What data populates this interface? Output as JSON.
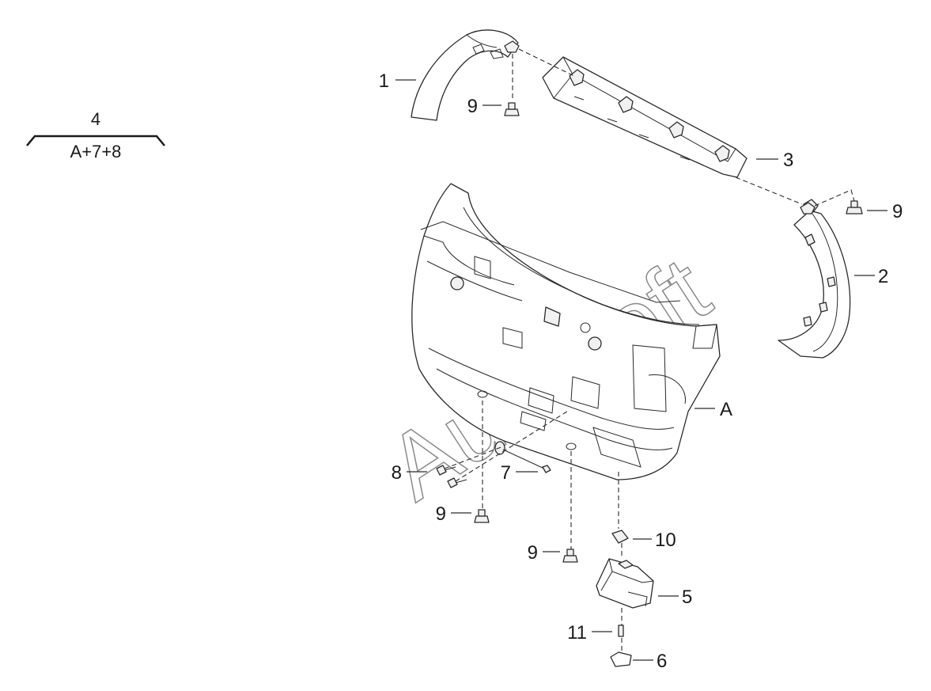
{
  "watermark": "AutoSoft",
  "kit_label": {
    "top": "4",
    "bottom": "A+7+8"
  },
  "callouts": {
    "c1": "1",
    "c2": "2",
    "c3": "3",
    "c5": "5",
    "c6": "6",
    "c7": "7",
    "c8": "8",
    "c9a": "9",
    "c9b": "9",
    "c9c": "9",
    "c9d": "9",
    "c10": "10",
    "c11": "11",
    "cA": "A"
  }
}
